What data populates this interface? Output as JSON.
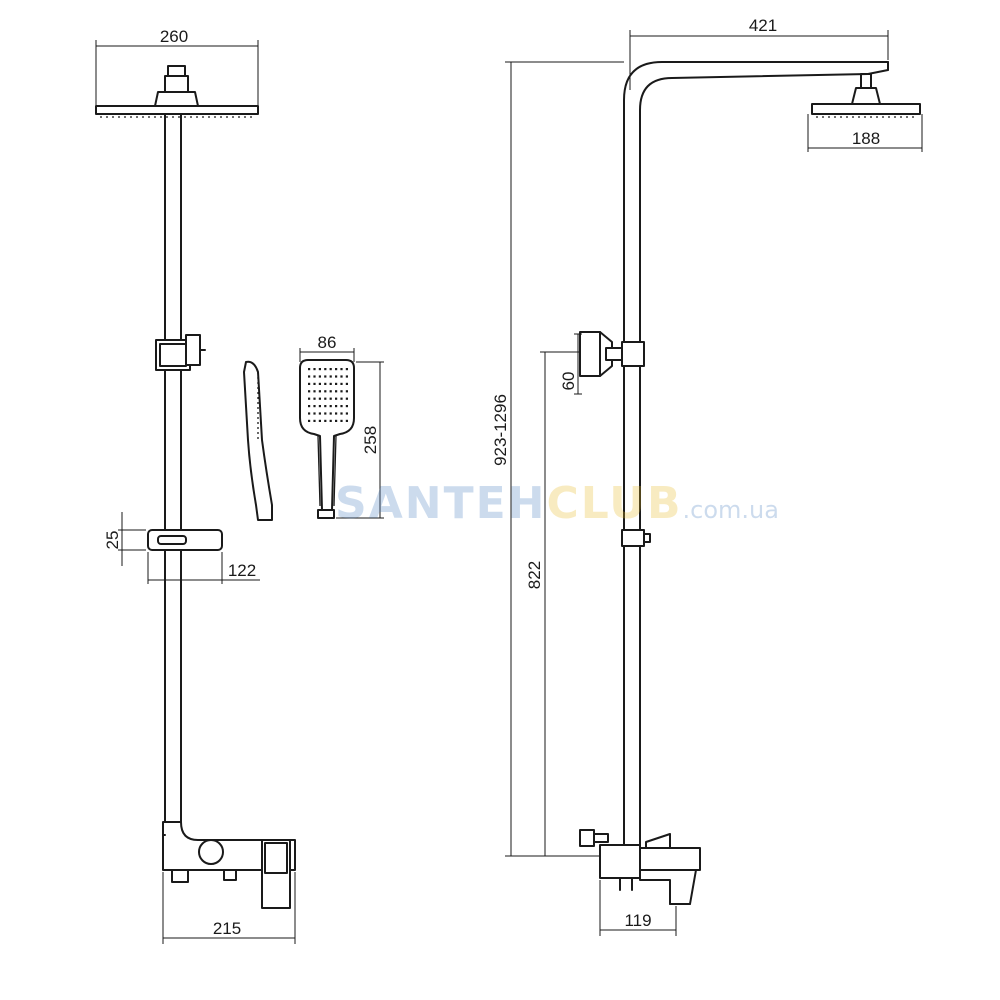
{
  "dimensions": {
    "head_front_width": "260",
    "arm_projection": "421",
    "head_side_width": "188",
    "hand_shower_width": "86",
    "hand_shower_length": "258",
    "holder_height": "60",
    "adjustable_height": "923-1296",
    "mixer_to_holder": "822",
    "shelf_height": "25",
    "shelf_width": "122",
    "mixer_width": "215",
    "spout_projection": "119"
  },
  "watermark": {
    "part_1": "SANTEH",
    "part_2": "CLUB",
    "suffix": ".com.ua",
    "color_1": "#4a7fc1",
    "color_2": "#e8b923"
  }
}
